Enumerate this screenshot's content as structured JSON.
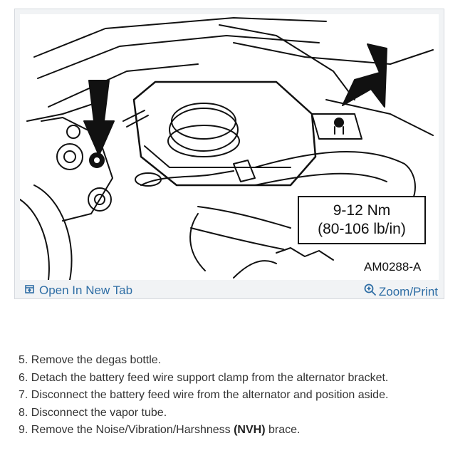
{
  "figure": {
    "torque_line1": "9-12 Nm",
    "torque_line2": "(80-106 lb/in)",
    "figure_id": "AM0288-A",
    "open_tab_label": "Open In New Tab",
    "zoom_label": "Zoom/Print",
    "icons": {
      "open_tab": "open-in-new-tab-icon",
      "zoom": "magnifier-plus-icon"
    }
  },
  "steps": [
    {
      "number": "5.",
      "text": "Remove the degas bottle."
    },
    {
      "number": "6.",
      "text": "Detach the battery feed wire support clamp from the alternator bracket."
    },
    {
      "number": "7.",
      "text": "Disconnect the battery feed wire from the alternator and position aside."
    },
    {
      "number": "8.",
      "text": "Disconnect the vapor tube."
    },
    {
      "number": "9.",
      "text_before": "Remove the Noise/Vibration/Harshness ",
      "bold": "(NVH)",
      "text_after": " brace."
    }
  ],
  "colors": {
    "link": "#2f6ea5",
    "card_bg": "#f1f3f5",
    "text": "#333333"
  }
}
